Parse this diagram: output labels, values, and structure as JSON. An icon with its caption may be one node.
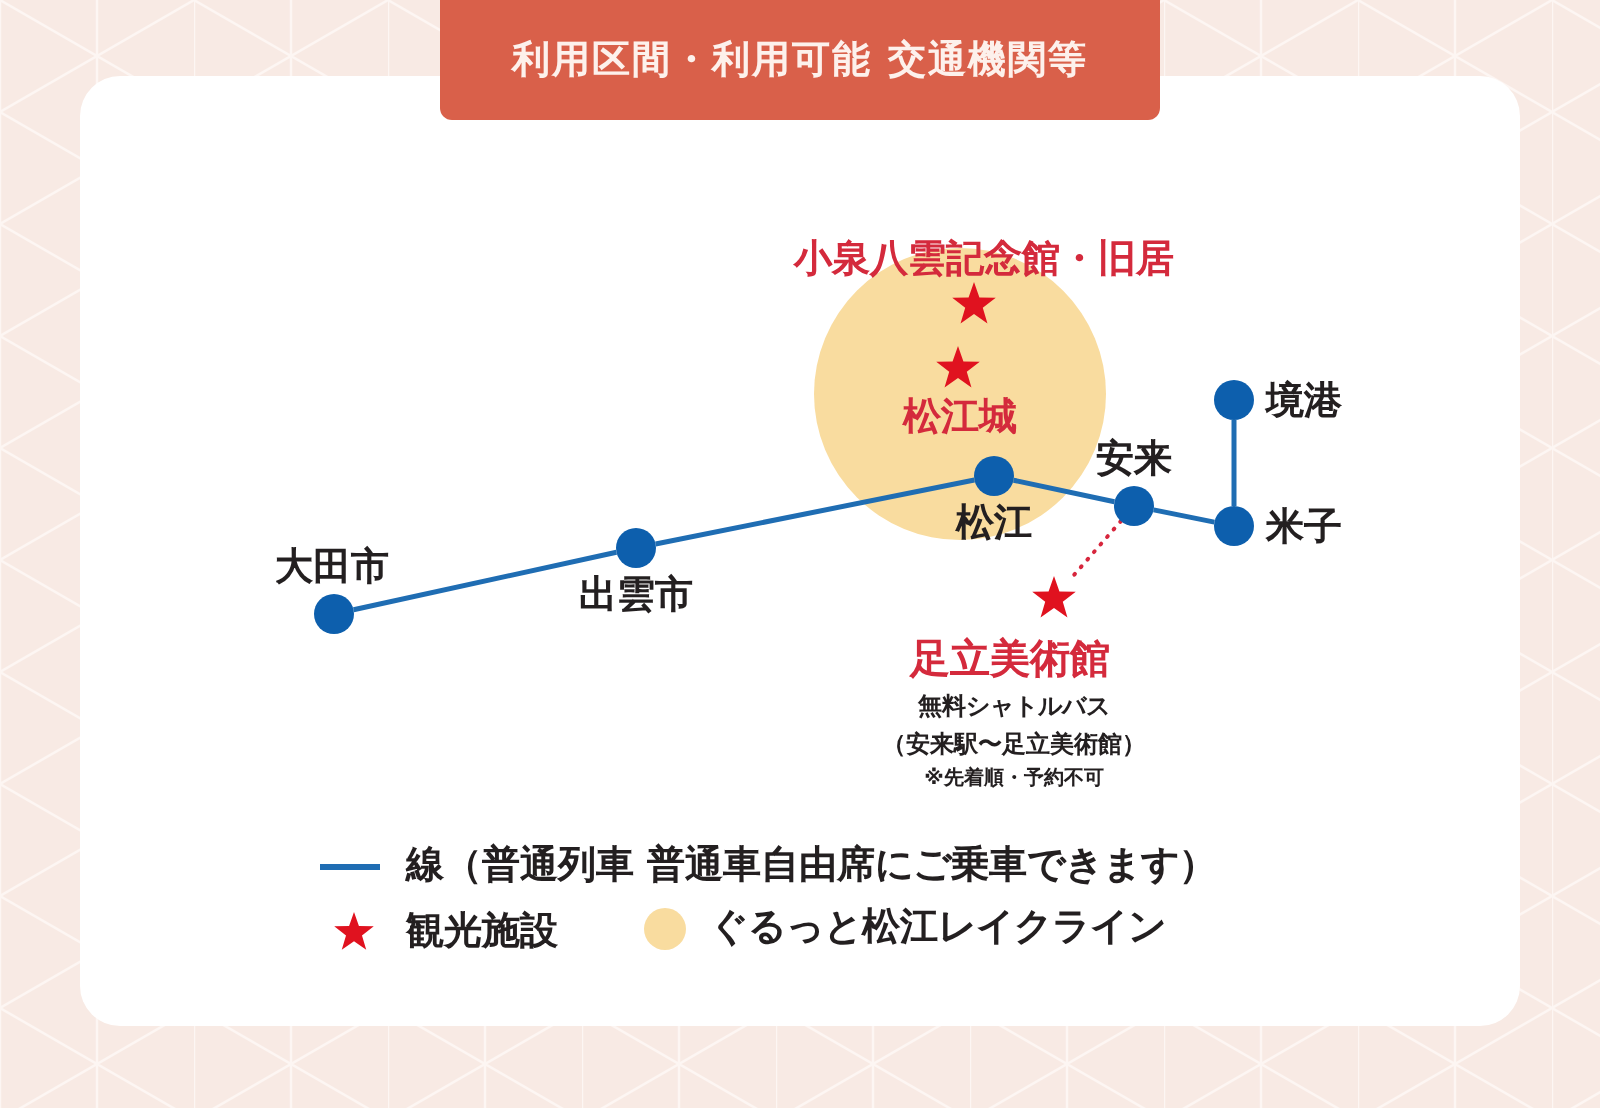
{
  "diagram": {
    "title": "利用区間・利用可能 交通機関等",
    "nodes": [
      {
        "text": [],
        "shape": "circle"
      },
      {
        "text": [],
        "shape": "star",
        "beside": [
          "小泉八雲記念館・旧居"
        ],
        "in": 0
      },
      {
        "text": [],
        "shape": "star",
        "beside": [
          "松江城"
        ],
        "in": 0
      },
      {
        "text": [],
        "shape": "circle",
        "beside": [
          "大田市"
        ]
      },
      {
        "text": [],
        "shape": "circle",
        "beside": [
          "出雲市"
        ]
      },
      {
        "text": [],
        "shape": "circle",
        "beside": [
          "松江"
        ],
        "in": 0
      },
      {
        "text": [],
        "shape": "circle",
        "beside": [
          "安来"
        ]
      },
      {
        "text": [],
        "shape": "circle",
        "beside": [
          "米子"
        ]
      },
      {
        "text": [],
        "shape": "circle",
        "beside": [
          "境港"
        ]
      },
      {
        "text": [],
        "shape": "star",
        "beside": [
          "足立美術館",
          "無料シャトルバス",
          "（安来駅〜足立美術館）",
          "※先着順・予約不可"
        ]
      }
    ],
    "edges": [
      {
        "from": 3,
        "to": 4,
        "arrow": "none"
      },
      {
        "from": 4,
        "to": 5,
        "arrow": "none"
      },
      {
        "from": 5,
        "to": 6,
        "arrow": "none"
      },
      {
        "from": 6,
        "to": 7,
        "arrow": "none"
      },
      {
        "from": 7,
        "to": 8,
        "arrow": "none"
      },
      {
        "from": 6,
        "to": 9,
        "arrow": "none",
        "style": "dashed",
        "color": "#d7263d"
      }
    ],
    "legend": [
      {
        "text": "線（普通列車 普通車自由席にご乗車できます）"
      },
      {
        "text": "観光施設"
      },
      {
        "text": "ぐるっと松江レイクライン",
        "color": "#f9dc9f"
      }
    ]
  }
}
